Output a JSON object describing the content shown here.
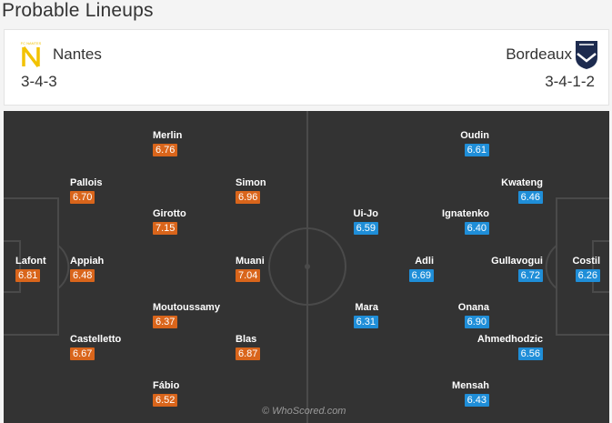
{
  "section_title": "Probable Lineups",
  "home": {
    "name": "Nantes",
    "formation": "3-4-3",
    "color": "#d9651b",
    "players": [
      {
        "name": "Merlin",
        "rating": "6.76"
      },
      {
        "name": "Pallois",
        "rating": "6.70"
      },
      {
        "name": "Simon",
        "rating": "6.96"
      },
      {
        "name": "Girotto",
        "rating": "7.15"
      },
      {
        "name": "Lafont",
        "rating": "6.81"
      },
      {
        "name": "Appiah",
        "rating": "6.48"
      },
      {
        "name": "Muani",
        "rating": "7.04"
      },
      {
        "name": "Moutoussamy",
        "rating": "6.37"
      },
      {
        "name": "Castelletto",
        "rating": "6.67"
      },
      {
        "name": "Blas",
        "rating": "6.87"
      },
      {
        "name": "Fábio",
        "rating": "6.52"
      }
    ]
  },
  "away": {
    "name": "Bordeaux",
    "formation": "3-4-1-2",
    "color": "#1f8ed8",
    "players": [
      {
        "name": "Oudin",
        "rating": "6.61"
      },
      {
        "name": "Kwateng",
        "rating": "6.46"
      },
      {
        "name": "Ui-Jo",
        "rating": "6.59"
      },
      {
        "name": "Ignatenko",
        "rating": "6.40"
      },
      {
        "name": "Adli",
        "rating": "6.69"
      },
      {
        "name": "Gullavogui",
        "rating": "6.72"
      },
      {
        "name": "Costil",
        "rating": "6.26"
      },
      {
        "name": "Mara",
        "rating": "6.31"
      },
      {
        "name": "Onana",
        "rating": "6.90"
      },
      {
        "name": "Ahmedhodzic",
        "rating": "6.56"
      },
      {
        "name": "Mensah",
        "rating": "6.43"
      }
    ]
  },
  "watermark": "© WhoScored.com"
}
